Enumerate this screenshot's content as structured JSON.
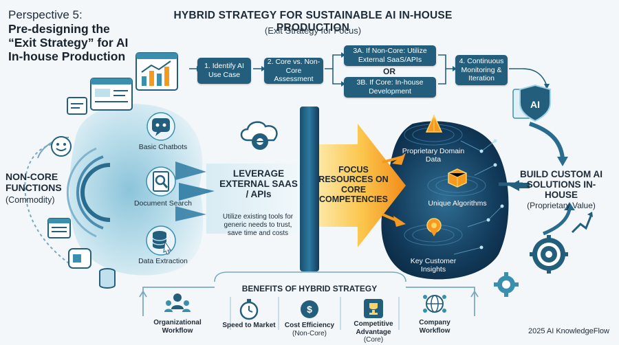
{
  "perspective": {
    "label": "Perspective 5:",
    "title": "Pre-designing the “Exit Strategy” for AI In-house Production"
  },
  "header": {
    "title": "HYBRID STRATEGY FOR SUSTAINABLE AI IN-HOUSE PRODUCTION",
    "subtitle": "(Exit Strategy for Focus)"
  },
  "flow": {
    "step1": "1. Identify AI Use Case",
    "step2": "2. Core vs. Non-Core Assessment",
    "step3a": "3A. If Non-Core: Utilize External SaaS/APIs",
    "or": "OR",
    "step3b": "3B. If Core: In-house Development",
    "step4": "4. Continuous Monitoring & Iteration"
  },
  "noncore": {
    "heading": "NON-CORE FUNCTIONS",
    "sub": "(Commodity)",
    "items": [
      "Basic Chatbots",
      "Document Search",
      "Data Extraction"
    ]
  },
  "leverage": {
    "title": "LEVERAGE EXTERNAL SAAS / APIs",
    "desc": "Utilize existing tools for generic needs to trust, save time and costs"
  },
  "focus": {
    "text": "FOCUS RESOURCES ON CORE COMPETENCIES"
  },
  "core": {
    "items": [
      "Proprietary Domain Data",
      "Unique Algorithms",
      "Key Customer Insights"
    ]
  },
  "build": {
    "heading": "BUILD CUSTOM AI SOLUTIONS IN-HOUSE",
    "sub": "(Proprietary Value)"
  },
  "benefits": {
    "title": "BENEFITS OF HYBRID STRATEGY",
    "items": [
      {
        "label": "Organizational Workflow",
        "sub": ""
      },
      {
        "label": "Speed to Market",
        "sub": ""
      },
      {
        "label": "Cost Efficiency",
        "sub": "(Non-Core)"
      },
      {
        "label": "Competitive Advantage",
        "sub": "(Core)"
      },
      {
        "label": "Company Workflow",
        "sub": ""
      }
    ]
  },
  "footer": "2025 AI KnowledgeFlow",
  "colors": {
    "navy": "#235f7c",
    "dark_blue": "#0f3552",
    "light_blue": "#bfe0ec",
    "orange": "#f59a1e",
    "yellow": "#fcd46a",
    "teal": "#3a8fae"
  },
  "icons": [
    "browser-icon",
    "chart-icon",
    "cloud-gear-icon",
    "chatbot-icon",
    "magnifier-icon",
    "database-icon",
    "shield-ai-icon",
    "gear-icon",
    "people-icon",
    "stopwatch-icon",
    "coin-icon",
    "trophy-icon",
    "globe-network-icon"
  ]
}
